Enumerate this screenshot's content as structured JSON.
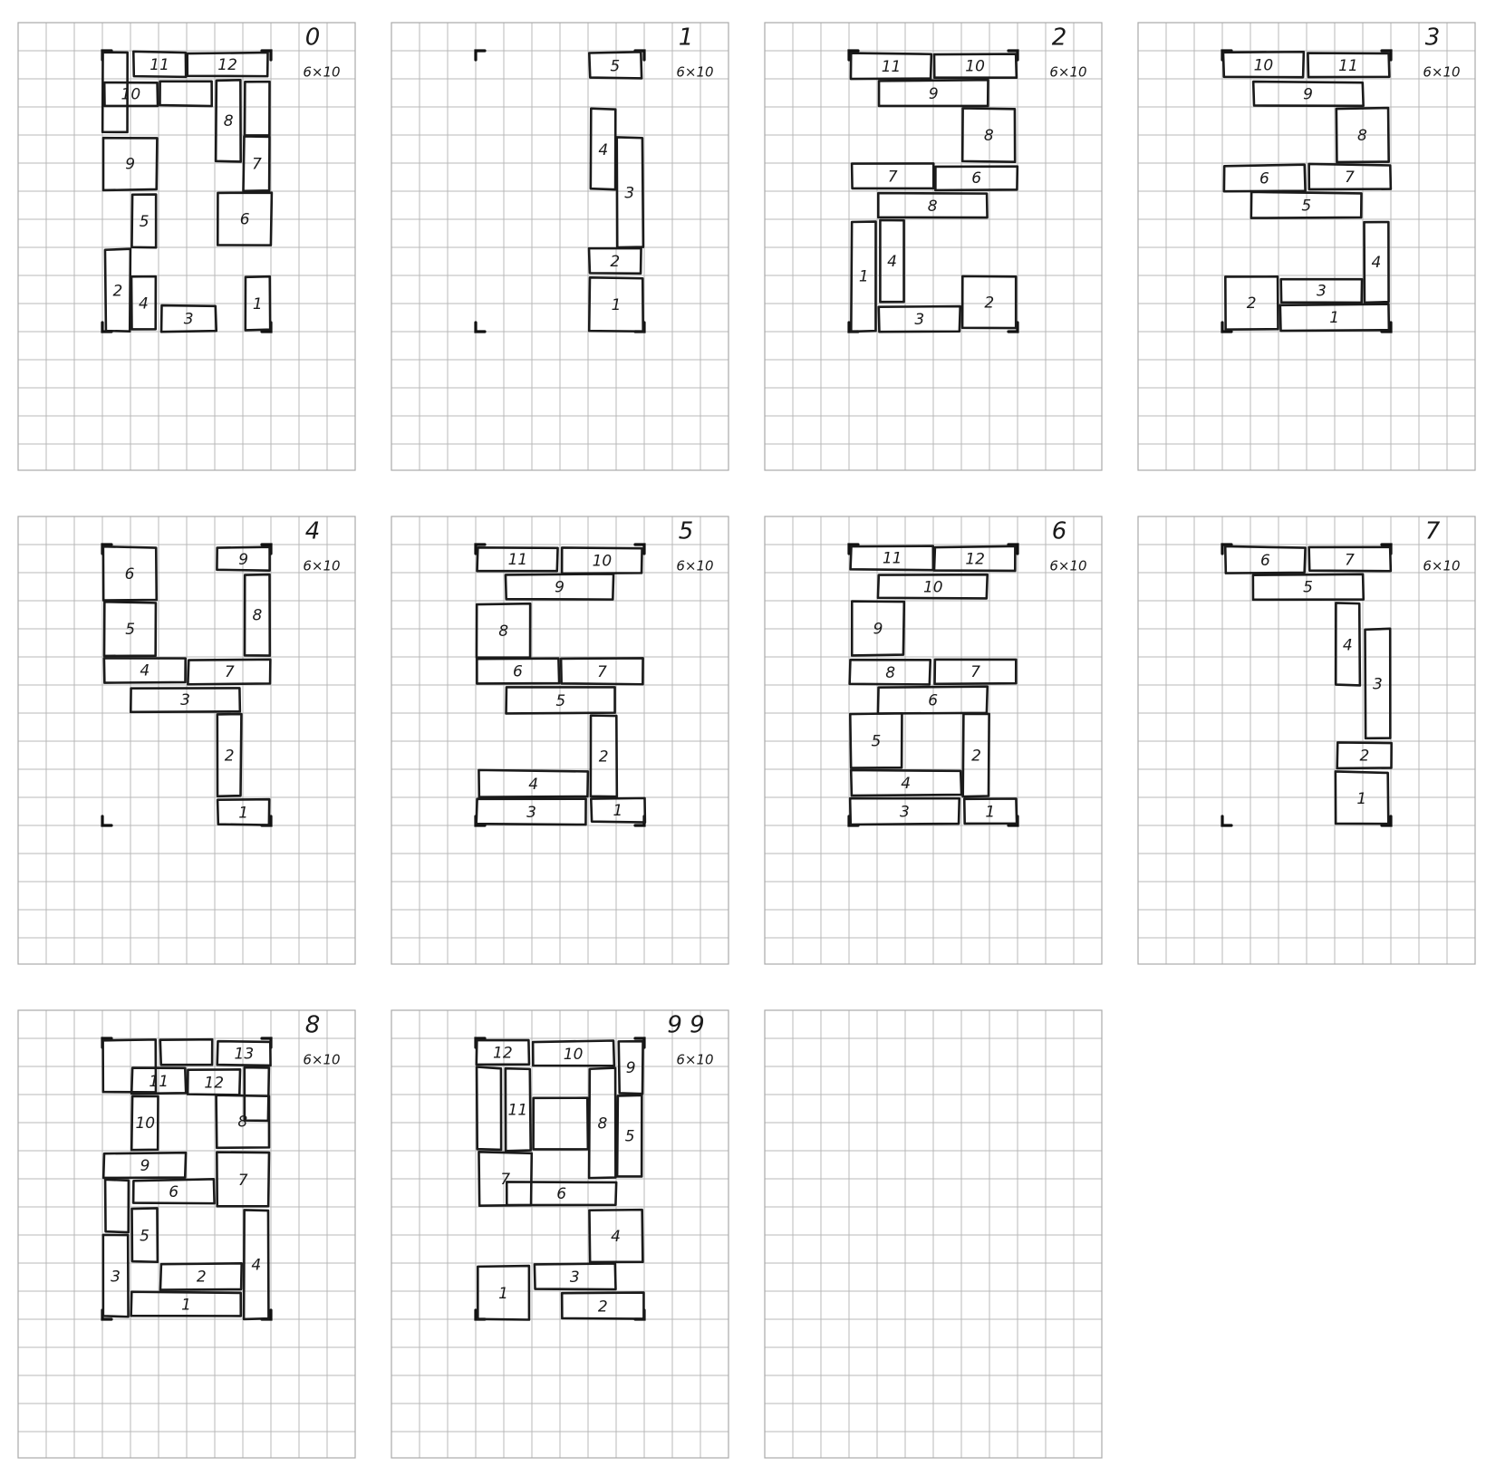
{
  "colors": {
    "grid": "#b9b9b9",
    "ink": "#1a1a1a",
    "paper": "#ffffff"
  },
  "panels": [
    {
      "digit": "0",
      "size": "6×10",
      "blocks": [
        {
          "c": 0,
          "r": 0,
          "w": 1,
          "h": 3,
          "label": ""
        },
        {
          "c": 1,
          "r": 0,
          "w": 2,
          "h": 1,
          "label": "11"
        },
        {
          "c": 3,
          "r": 0,
          "w": 3,
          "h": 1,
          "label": "12"
        },
        {
          "c": 0,
          "r": 1,
          "w": 2,
          "h": 1,
          "label": "10"
        },
        {
          "c": 2,
          "r": 1,
          "w": 2,
          "h": 1,
          "label": ""
        },
        {
          "c": 4,
          "r": 1,
          "w": 1,
          "h": 3,
          "label": "8"
        },
        {
          "c": 5,
          "r": 1,
          "w": 1,
          "h": 2,
          "label": ""
        },
        {
          "c": 0,
          "r": 3,
          "w": 2,
          "h": 2,
          "label": "9"
        },
        {
          "c": 5,
          "r": 3,
          "w": 1,
          "h": 2,
          "label": "7"
        },
        {
          "c": 1,
          "r": 5,
          "w": 1,
          "h": 2,
          "label": "5"
        },
        {
          "c": 4,
          "r": 5,
          "w": 2,
          "h": 2,
          "label": "6"
        },
        {
          "c": 0,
          "r": 7,
          "w": 1,
          "h": 3,
          "label": "2"
        },
        {
          "c": 1,
          "r": 8,
          "w": 1,
          "h": 2,
          "label": "4"
        },
        {
          "c": 2,
          "r": 9,
          "w": 2,
          "h": 1,
          "label": "3"
        },
        {
          "c": 5,
          "r": 8,
          "w": 1,
          "h": 2,
          "label": "1"
        }
      ]
    },
    {
      "digit": "1",
      "size": "6×10",
      "blocks": [
        {
          "c": 4,
          "r": 0,
          "w": 2,
          "h": 1,
          "label": "5"
        },
        {
          "c": 4,
          "r": 2,
          "w": 1,
          "h": 3,
          "label": "4"
        },
        {
          "c": 5,
          "r": 3,
          "w": 1,
          "h": 4,
          "label": "3"
        },
        {
          "c": 4,
          "r": 7,
          "w": 2,
          "h": 1,
          "label": "2"
        },
        {
          "c": 4,
          "r": 8,
          "w": 2,
          "h": 2,
          "label": "1"
        }
      ]
    },
    {
      "digit": "2",
      "size": "6×10",
      "blocks": [
        {
          "c": 0,
          "r": 0,
          "w": 3,
          "h": 1,
          "label": "11"
        },
        {
          "c": 3,
          "r": 0,
          "w": 3,
          "h": 1,
          "label": "10"
        },
        {
          "c": 1,
          "r": 1,
          "w": 4,
          "h": 1,
          "label": "9"
        },
        {
          "c": 4,
          "r": 2,
          "w": 2,
          "h": 2,
          "label": "8"
        },
        {
          "c": 0,
          "r": 4,
          "w": 3,
          "h": 1,
          "label": "7"
        },
        {
          "c": 3,
          "r": 4,
          "w": 3,
          "h": 1,
          "label": "6"
        },
        {
          "c": 1,
          "r": 5,
          "w": 4,
          "h": 1,
          "label": "8"
        },
        {
          "c": 0,
          "r": 6,
          "w": 1,
          "h": 4,
          "label": "1"
        },
        {
          "c": 1,
          "r": 6,
          "w": 1,
          "h": 3,
          "label": "4"
        },
        {
          "c": 1,
          "r": 9,
          "w": 3,
          "h": 1,
          "label": "3"
        },
        {
          "c": 4,
          "r": 8,
          "w": 2,
          "h": 2,
          "label": "2"
        }
      ]
    },
    {
      "digit": "3",
      "size": "6×10",
      "blocks": [
        {
          "c": 0,
          "r": 0,
          "w": 3,
          "h": 1,
          "label": "10"
        },
        {
          "c": 3,
          "r": 0,
          "w": 3,
          "h": 1,
          "label": "11"
        },
        {
          "c": 1,
          "r": 1,
          "w": 4,
          "h": 1,
          "label": "9"
        },
        {
          "c": 4,
          "r": 2,
          "w": 2,
          "h": 2,
          "label": "8"
        },
        {
          "c": 0,
          "r": 4,
          "w": 3,
          "h": 1,
          "label": "6"
        },
        {
          "c": 3,
          "r": 4,
          "w": 3,
          "h": 1,
          "label": "7"
        },
        {
          "c": 1,
          "r": 5,
          "w": 4,
          "h": 1,
          "label": "5"
        },
        {
          "c": 5,
          "r": 6,
          "w": 1,
          "h": 3,
          "label": "4"
        },
        {
          "c": 2,
          "r": 8,
          "w": 3,
          "h": 1,
          "label": "3"
        },
        {
          "c": 0,
          "r": 8,
          "w": 2,
          "h": 2,
          "label": "2"
        },
        {
          "c": 2,
          "r": 9,
          "w": 4,
          "h": 1,
          "label": "1"
        }
      ]
    },
    {
      "digit": "4",
      "size": "6×10",
      "blocks": [
        {
          "c": 0,
          "r": 0,
          "w": 2,
          "h": 2,
          "label": "6"
        },
        {
          "c": 4,
          "r": 0,
          "w": 2,
          "h": 1,
          "label": "9"
        },
        {
          "c": 5,
          "r": 1,
          "w": 1,
          "h": 3,
          "label": "8"
        },
        {
          "c": 0,
          "r": 2,
          "w": 2,
          "h": 2,
          "label": "5"
        },
        {
          "c": 0,
          "r": 4,
          "w": 3,
          "h": 1,
          "label": "4"
        },
        {
          "c": 3,
          "r": 4,
          "w": 3,
          "h": 1,
          "label": "7"
        },
        {
          "c": 1,
          "r": 5,
          "w": 4,
          "h": 1,
          "label": "3"
        },
        {
          "c": 4,
          "r": 6,
          "w": 1,
          "h": 3,
          "label": "2"
        },
        {
          "c": 4,
          "r": 9,
          "w": 2,
          "h": 1,
          "label": "1"
        }
      ]
    },
    {
      "digit": "5",
      "size": "6×10",
      "blocks": [
        {
          "c": 0,
          "r": 0,
          "w": 3,
          "h": 1,
          "label": "11"
        },
        {
          "c": 3,
          "r": 0,
          "w": 3,
          "h": 1,
          "label": "10"
        },
        {
          "c": 1,
          "r": 1,
          "w": 4,
          "h": 1,
          "label": "9"
        },
        {
          "c": 0,
          "r": 2,
          "w": 2,
          "h": 2,
          "label": "8"
        },
        {
          "c": 0,
          "r": 4,
          "w": 3,
          "h": 1,
          "label": "6"
        },
        {
          "c": 3,
          "r": 4,
          "w": 3,
          "h": 1,
          "label": "7"
        },
        {
          "c": 1,
          "r": 5,
          "w": 4,
          "h": 1,
          "label": "5"
        },
        {
          "c": 4,
          "r": 6,
          "w": 1,
          "h": 3,
          "label": "2"
        },
        {
          "c": 0,
          "r": 8,
          "w": 4,
          "h": 1,
          "label": "4"
        },
        {
          "c": 0,
          "r": 9,
          "w": 4,
          "h": 1,
          "label": "3"
        },
        {
          "c": 4,
          "r": 9,
          "w": 2,
          "h": 1,
          "label": "1"
        }
      ]
    },
    {
      "digit": "6",
      "size": "6×10",
      "blocks": [
        {
          "c": 0,
          "r": 0,
          "w": 3,
          "h": 1,
          "label": "11"
        },
        {
          "c": 3,
          "r": 0,
          "w": 3,
          "h": 1,
          "label": "12"
        },
        {
          "c": 1,
          "r": 1,
          "w": 4,
          "h": 1,
          "label": "10"
        },
        {
          "c": 0,
          "r": 2,
          "w": 2,
          "h": 2,
          "label": "9"
        },
        {
          "c": 0,
          "r": 4,
          "w": 3,
          "h": 1,
          "label": "8"
        },
        {
          "c": 3,
          "r": 4,
          "w": 3,
          "h": 1,
          "label": "7"
        },
        {
          "c": 1,
          "r": 5,
          "w": 4,
          "h": 1,
          "label": "6"
        },
        {
          "c": 0,
          "r": 6,
          "w": 2,
          "h": 2,
          "label": "5"
        },
        {
          "c": 4,
          "r": 6,
          "w": 1,
          "h": 3,
          "label": "2"
        },
        {
          "c": 0,
          "r": 8,
          "w": 4,
          "h": 1,
          "label": "4"
        },
        {
          "c": 0,
          "r": 9,
          "w": 4,
          "h": 1,
          "label": "3"
        },
        {
          "c": 4,
          "r": 9,
          "w": 2,
          "h": 1,
          "label": "1"
        }
      ]
    },
    {
      "digit": "7",
      "size": "6×10",
      "blocks": [
        {
          "c": 0,
          "r": 0,
          "w": 3,
          "h": 1,
          "label": "6"
        },
        {
          "c": 3,
          "r": 0,
          "w": 3,
          "h": 1,
          "label": "7"
        },
        {
          "c": 1,
          "r": 1,
          "w": 4,
          "h": 1,
          "label": "5"
        },
        {
          "c": 4,
          "r": 2,
          "w": 1,
          "h": 3,
          "label": "4"
        },
        {
          "c": 5,
          "r": 3,
          "w": 1,
          "h": 4,
          "label": "3"
        },
        {
          "c": 4,
          "r": 7,
          "w": 2,
          "h": 1,
          "label": "2"
        },
        {
          "c": 4,
          "r": 8,
          "w": 2,
          "h": 2,
          "label": "1"
        }
      ]
    },
    {
      "digit": "8",
      "size": "6×10",
      "blocks": [
        {
          "c": 0,
          "r": 0,
          "w": 2,
          "h": 2,
          "label": ""
        },
        {
          "c": 2,
          "r": 0,
          "w": 2,
          "h": 1,
          "label": ""
        },
        {
          "c": 4,
          "r": 0,
          "w": 2,
          "h": 1,
          "label": "13"
        },
        {
          "c": 1,
          "r": 1,
          "w": 2,
          "h": 1,
          "label": "11"
        },
        {
          "c": 3,
          "r": 1,
          "w": 2,
          "h": 1,
          "label": "12"
        },
        {
          "c": 5,
          "r": 1,
          "w": 1,
          "h": 2,
          "label": ""
        },
        {
          "c": 1,
          "r": 2,
          "w": 1,
          "h": 2,
          "label": "10"
        },
        {
          "c": 4,
          "r": 2,
          "w": 2,
          "h": 2,
          "label": "8"
        },
        {
          "c": 0,
          "r": 4,
          "w": 3,
          "h": 1,
          "label": "9"
        },
        {
          "c": 1,
          "r": 5,
          "w": 3,
          "h": 1,
          "label": "6"
        },
        {
          "c": 4,
          "r": 4,
          "w": 2,
          "h": 2,
          "label": "7"
        },
        {
          "c": 0,
          "r": 5,
          "w": 1,
          "h": 2,
          "label": ""
        },
        {
          "c": 1,
          "r": 6,
          "w": 1,
          "h": 2,
          "label": "5"
        },
        {
          "c": 5,
          "r": 6,
          "w": 1,
          "h": 4,
          "label": "4"
        },
        {
          "c": 0,
          "r": 7,
          "w": 1,
          "h": 3,
          "label": "3"
        },
        {
          "c": 2,
          "r": 8,
          "w": 3,
          "h": 1,
          "label": "2"
        },
        {
          "c": 1,
          "r": 9,
          "w": 4,
          "h": 1,
          "label": "1"
        }
      ]
    },
    {
      "digit": "9 9",
      "size": "6×10",
      "blocks": [
        {
          "c": 0,
          "r": 0,
          "w": 2,
          "h": 1,
          "label": "12"
        },
        {
          "c": 2,
          "r": 0,
          "w": 3,
          "h": 1,
          "label": "10"
        },
        {
          "c": 5,
          "r": 0,
          "w": 1,
          "h": 2,
          "label": "9"
        },
        {
          "c": 0,
          "r": 1,
          "w": 1,
          "h": 3,
          "label": ""
        },
        {
          "c": 1,
          "r": 1,
          "w": 1,
          "h": 3,
          "label": "11"
        },
        {
          "c": 2,
          "r": 2,
          "w": 2,
          "h": 2,
          "label": ""
        },
        {
          "c": 4,
          "r": 1,
          "w": 1,
          "h": 4,
          "label": "8"
        },
        {
          "c": 5,
          "r": 2,
          "w": 1,
          "h": 3,
          "label": "5"
        },
        {
          "c": 0,
          "r": 4,
          "w": 2,
          "h": 2,
          "label": "7"
        },
        {
          "c": 1,
          "r": 5,
          "w": 4,
          "h": 1,
          "label": "6"
        },
        {
          "c": 4,
          "r": 6,
          "w": 2,
          "h": 2,
          "label": "4"
        },
        {
          "c": 0,
          "r": 8,
          "w": 2,
          "h": 2,
          "label": "1"
        },
        {
          "c": 2,
          "r": 8,
          "w": 3,
          "h": 1,
          "label": "3"
        },
        {
          "c": 3,
          "r": 9,
          "w": 3,
          "h": 1,
          "label": "2"
        }
      ]
    },
    {
      "digit": "",
      "size": "",
      "blocks": []
    }
  ]
}
